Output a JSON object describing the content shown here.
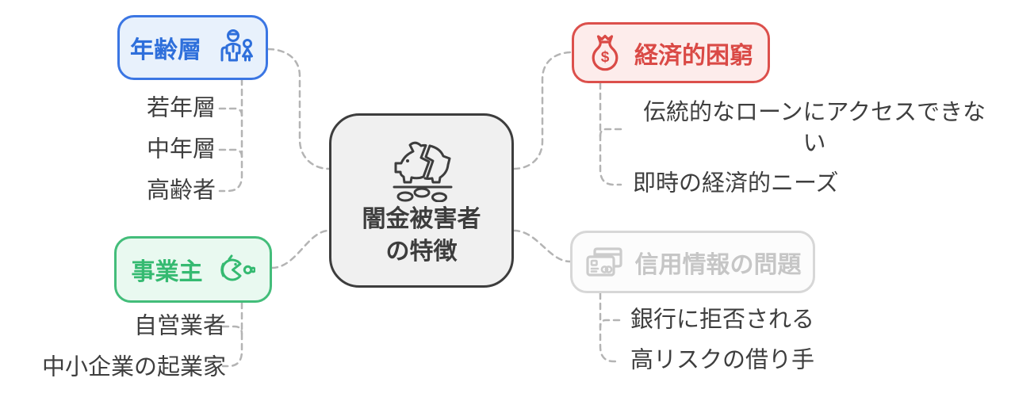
{
  "center": {
    "label": "闇金被害者の特徴",
    "label_lines": [
      "闇金被害者",
      "の特徴"
    ],
    "icon": "broken-piggy-bank-icon"
  },
  "branches": {
    "age": {
      "label": "年齢層",
      "icon": "family-icon",
      "children": [
        "若年層",
        "中年層",
        "高齢者"
      ]
    },
    "business": {
      "label": "事業主",
      "icon": "fish-icon",
      "children": [
        "自営業者",
        "中小企業の起業家"
      ]
    },
    "economic": {
      "label": "経済的困窮",
      "icon": "money-bag-icon",
      "children": [
        "伝統的なローンにアクセスできない",
        "即時の経済的ニーズ"
      ]
    },
    "credit": {
      "label": "信用情報の問題",
      "icon": "credit-cards-icon",
      "children": [
        "銀行に拒否される",
        "高リスクの借り手"
      ]
    }
  },
  "colors": {
    "connector": "#b4b4b4",
    "child_text": "#3e3e3e",
    "center_border": "#3d3d3d",
    "center_bg": "#f0f0f0",
    "age_accent": "#2e6fdb",
    "age_bg": "#e8f1fc",
    "business_accent": "#35ba71",
    "business_bg": "#e9f9f0",
    "economic_accent": "#da4a46",
    "economic_bg": "#fdeceb",
    "credit_accent": "#c6c6c6",
    "credit_bg": "#fcfcfc"
  }
}
